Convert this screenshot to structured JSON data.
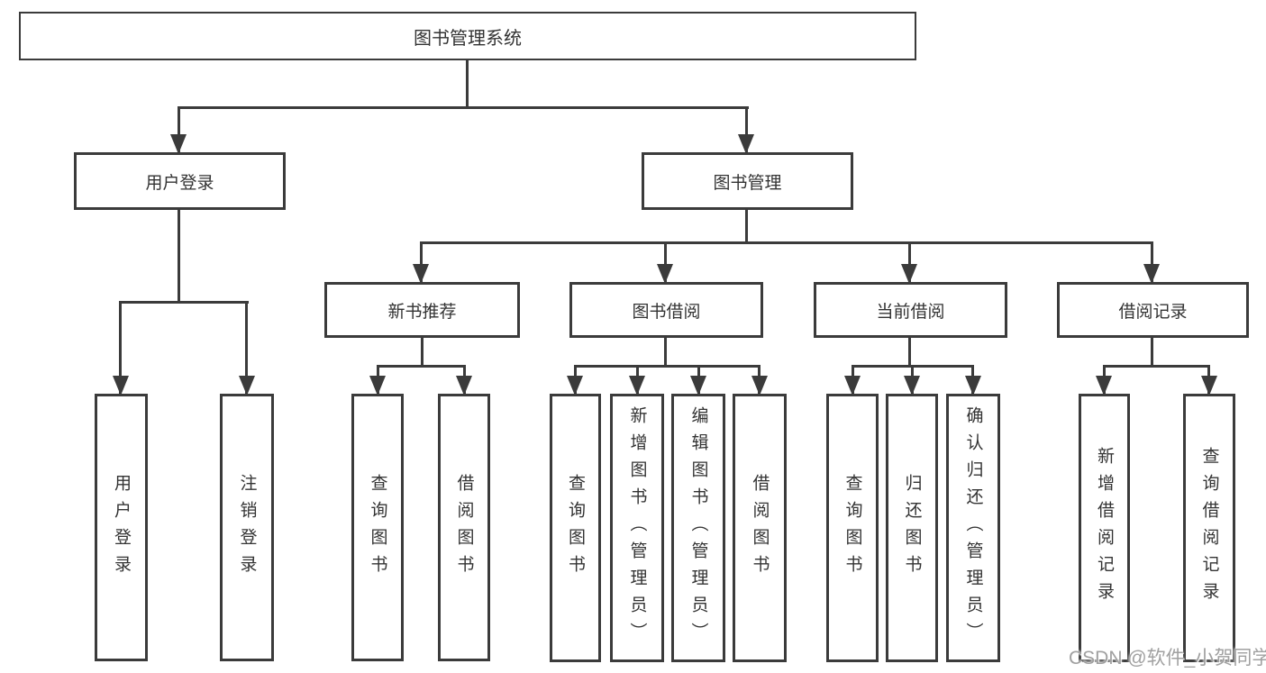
{
  "diagram": {
    "title": "图书管理系统",
    "level2": [
      {
        "label": "用户登录",
        "children": [
          {
            "label": "用户登录"
          },
          {
            "label": "注销登录"
          }
        ]
      },
      {
        "label": "图书管理",
        "children": [
          {
            "label": "新书推荐",
            "children": [
              {
                "label": "查询图书"
              },
              {
                "label": "借阅图书"
              }
            ]
          },
          {
            "label": "图书借阅",
            "children": [
              {
                "label": "查询图书"
              },
              {
                "label": "新增图书（管理员）"
              },
              {
                "label": "编辑图书（管理员）"
              },
              {
                "label": "借阅图书"
              }
            ]
          },
          {
            "label": "当前借阅",
            "children": [
              {
                "label": "查询图书"
              },
              {
                "label": "归还图书"
              },
              {
                "label": "确认归还（管理员）"
              }
            ]
          },
          {
            "label": "借阅记录",
            "children": [
              {
                "label": "新增借阅记录"
              },
              {
                "label": "查询借阅记录"
              }
            ]
          }
        ]
      }
    ]
  },
  "watermark": {
    "text": "CSDN @软件_小贺同学"
  },
  "colors": {
    "line": "#3b3b3b",
    "text": "#333333",
    "watermark": "#a0a0a0",
    "background": "#ffffff"
  }
}
